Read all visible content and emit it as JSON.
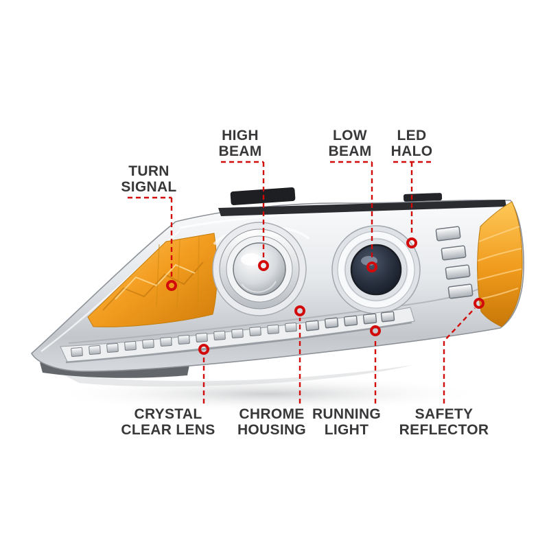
{
  "page": {
    "background": "#ffffff"
  },
  "labels": {
    "turn_signal": "TURN\nSIGNAL",
    "high_beam": "HIGH\nBEAM",
    "low_beam": "LOW\nBEAM",
    "led_halo": "LED\nHALO",
    "crystal_clear_lens": "CRYSTAL\nCLEAR LENS",
    "chrome_housing": "CHROME\nHOUSING",
    "running_light": "RUNNING\nLIGHT",
    "safety_reflector": "SAFETY\nREFLECTOR"
  },
  "colors": {
    "callout_red": "#d20a0a",
    "label_text": "#38383a",
    "amber_lens": "#f2a227",
    "chrome_light": "#e6e9ec",
    "chrome_dark": "#c3c7cc",
    "dark_lens": "#141821",
    "background": "#ffffff"
  }
}
